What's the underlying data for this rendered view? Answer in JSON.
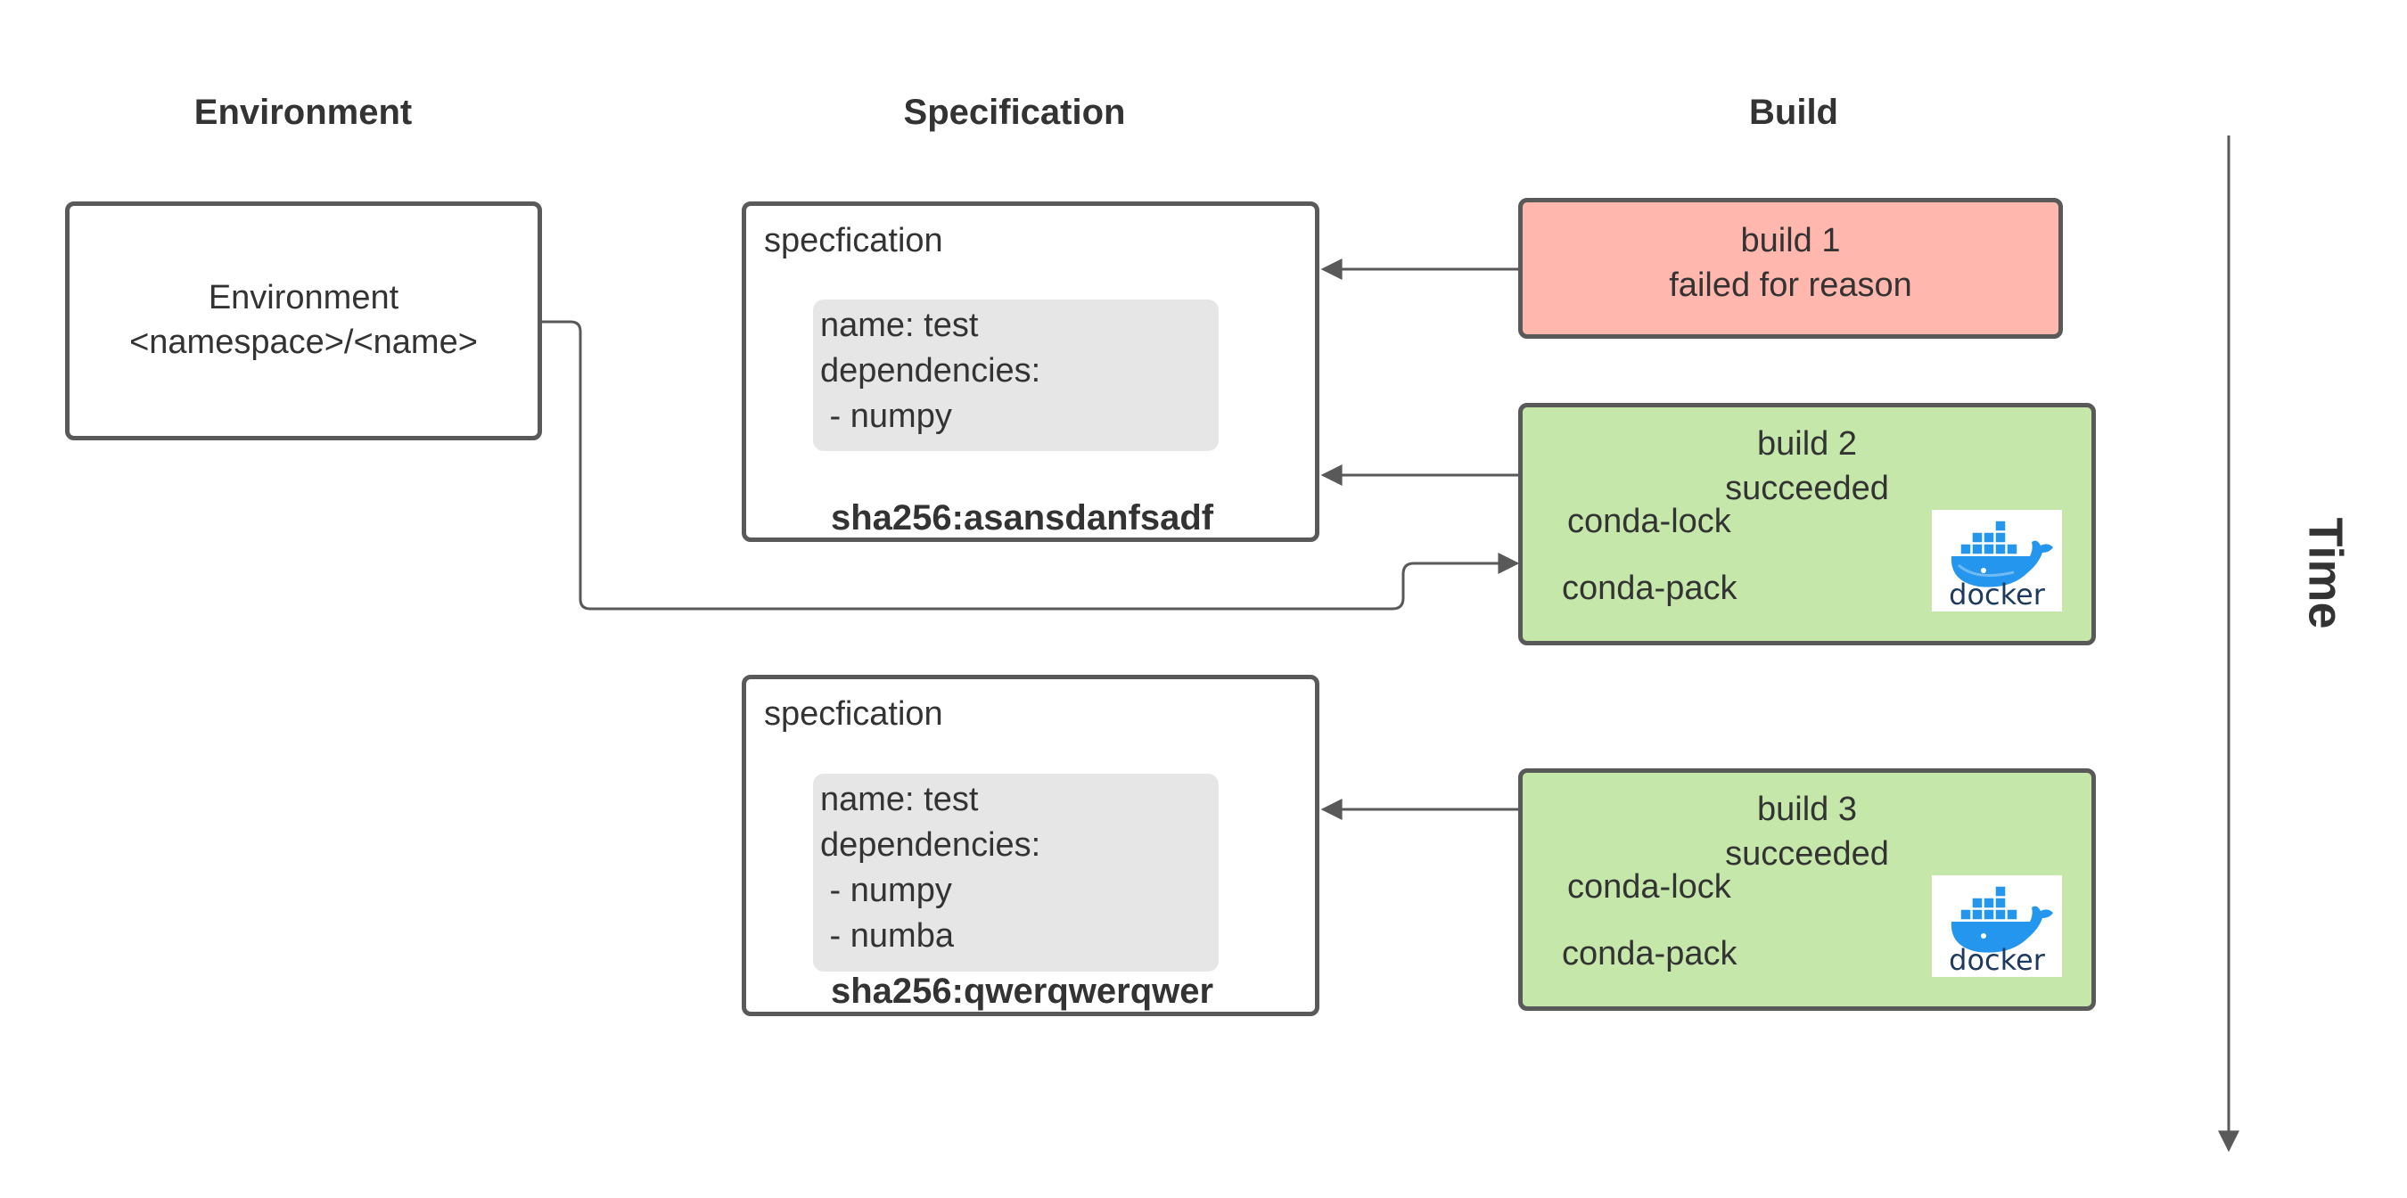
{
  "headers": {
    "environment": "Environment",
    "specification": "Specification",
    "build": "Build",
    "time": "Time"
  },
  "environment_box": {
    "line1": "Environment",
    "line2": "<namespace>/<name>"
  },
  "specifications": [
    {
      "title": "specfication",
      "yaml": "name: test\ndependencies:\n - numpy",
      "sha": "sha256:asansdanfsadf"
    },
    {
      "title": "specfication",
      "yaml": "name: test\ndependencies:\n - numpy\n - numba",
      "sha": "sha256:qwerqwerqwer"
    }
  ],
  "builds": [
    {
      "name": "build 1",
      "status": "failed for reason",
      "color": "#ffb7ae"
    },
    {
      "name": "build 2",
      "status": "succeeded",
      "conda_lock": "conda-lock",
      "conda_pack": "conda-pack",
      "color": "#c5e8aa"
    },
    {
      "name": "build 3",
      "status": "succeeded",
      "conda_lock": "conda-lock",
      "conda_pack": "conda-pack",
      "color": "#c5e8aa"
    }
  ],
  "docker_logo": {
    "text": "docker",
    "icon": "docker-whale-icon",
    "color": "#2496ed"
  },
  "colors": {
    "stroke": "#595959",
    "code_bg": "#e6e6e6"
  }
}
